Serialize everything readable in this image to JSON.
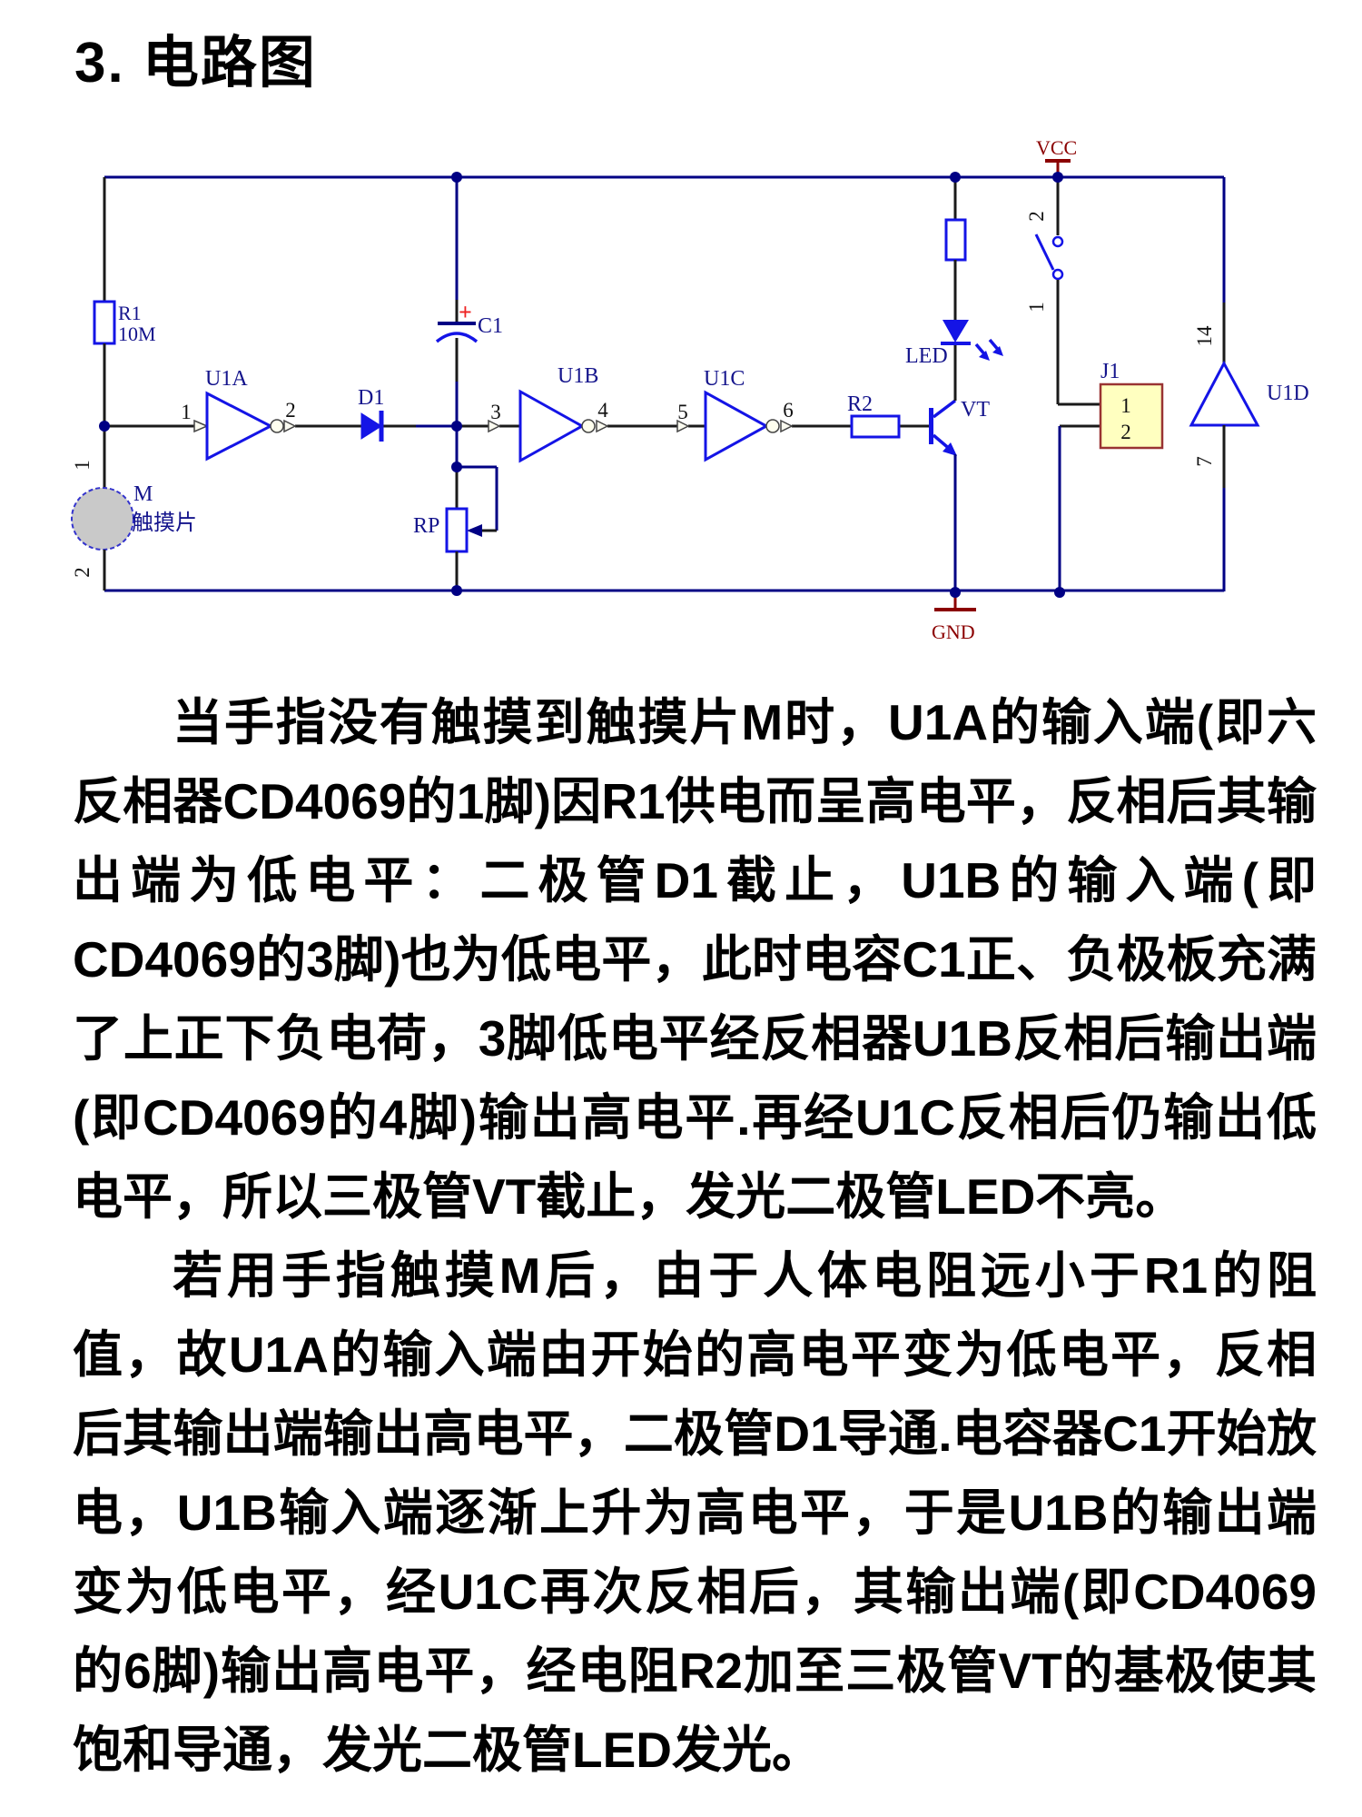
{
  "page": {
    "title": "3. 电路图"
  },
  "schematic": {
    "colors": {
      "wire_navy": "#000084",
      "component_blue": "#1414E6",
      "label_blue": "#14148C",
      "power_red": "#8B0000",
      "connector_border": "#993333",
      "connector_fill": "#FFFFC0",
      "pad_fill": "#C9C9C9",
      "bubble_fill": "#FFFFEE"
    },
    "power": {
      "vcc": "VCC",
      "gnd": "GND"
    },
    "parts": {
      "r1_ref": "R1",
      "r1_value": "10M",
      "u1a": "U1A",
      "u1b": "U1B",
      "u1c": "U1C",
      "u1d": "U1D",
      "d1": "D1",
      "c1": "C1",
      "c1_plus": "+",
      "rp": "RP",
      "r2": "R2",
      "vt": "VT",
      "led": "LED",
      "j1_ref": "J1",
      "j1_pin1": "1",
      "j1_pin2": "2",
      "touch_ref": "M",
      "touch_name": "触摸片",
      "touch_pin_top": "1",
      "touch_pin_bottom": "2",
      "switch_pin_top": "2",
      "switch_pin_bottom": "1"
    },
    "pins": {
      "u1a_in": "1",
      "u1a_out": "2",
      "u1b_in": "3",
      "u1b_out": "4",
      "u1c_in": "5",
      "u1c_out": "6",
      "u1d_top": "14",
      "u1d_bottom": "7"
    }
  },
  "paragraphs": [
    {
      "text": "当手指没有触摸到触摸片M时，U1A的输入端(即六反相器CD4069的1脚)因R1供电而呈高电平，反相后其输出端为低电平：二极管D1截止，U1B的输入端(即CD4069的3脚)也为低电平，此时电容C1正、负极板充满了上正下负电荷，3脚低电平经反相器U1B反相后输出端(即CD4069的4脚)输出高电平.再经U1C反相后仍输出低电平，所以三极管VT截止，发光二极管LED不亮。"
    },
    {
      "text": "若用手指触摸M后，由于人体电阻远小于R1的阻值，故U1A的输入端由开始的高电平变为低电平，反相后其输出端输出高电平，二极管D1导通.电容器C1开始放电，U1B输入端逐渐上升为高电平，于是U1B的输出端变为低电平，经U1C再次反相后，其输出端(即CD4069的6脚)输出高电平，经电阻R2加至三极管VT的基极使其饱和导通，发光二极管LED发光。"
    }
  ]
}
